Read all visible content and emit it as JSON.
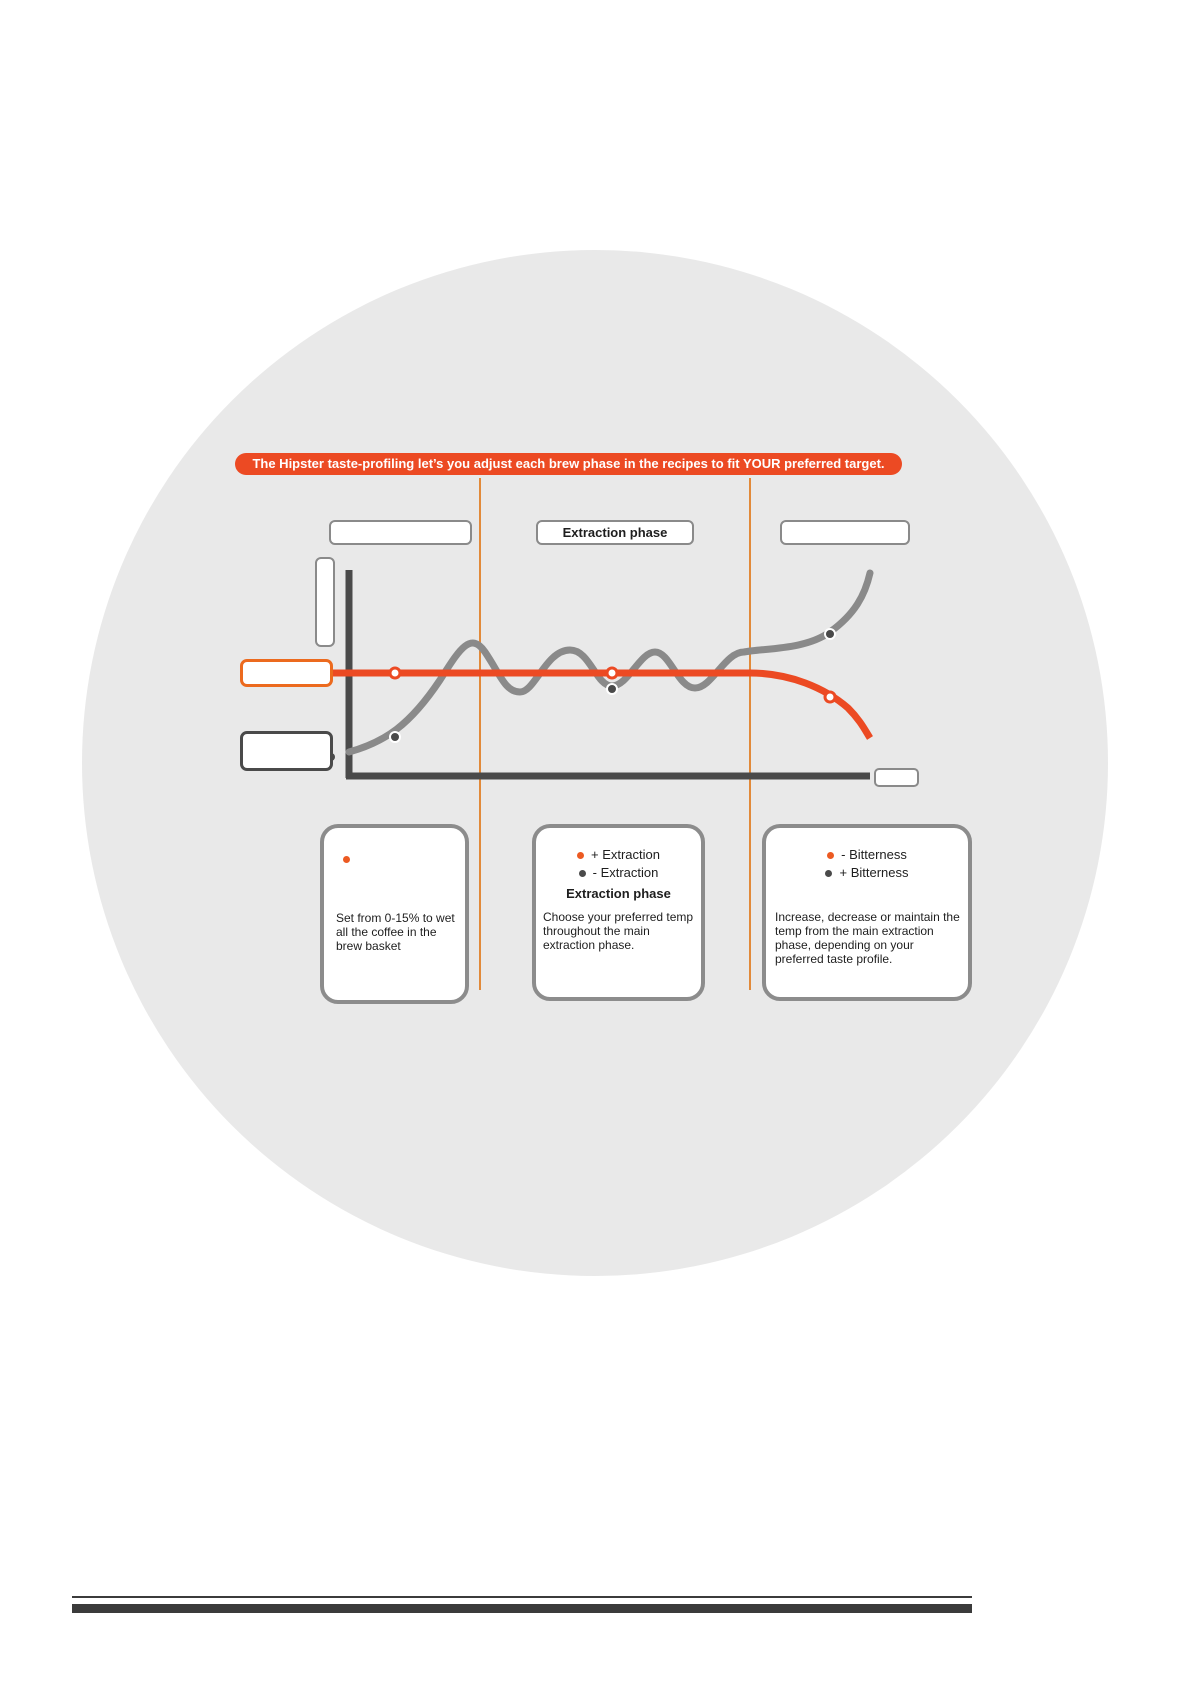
{
  "banner": {
    "text": "The Hipster taste-profiling let’s you adjust each brew phase in the recipes to fit YOUR preferred target."
  },
  "phases": {
    "middle_label": "Extraction phase"
  },
  "cards": {
    "left": {
      "body": "Set from 0-15% to wet all the coffee in the brew basket"
    },
    "middle": {
      "legend_orange": "+ Extraction",
      "legend_gray": "- Extraction",
      "title": "Extraction phase",
      "body": "Choose your preferred temp throughout the main extraction phase."
    },
    "right": {
      "legend_orange": "- Bitterness",
      "legend_gray": "+ Bitterness",
      "body": "Increase, decrease or maintain the temp from the main extraction phase, depending on your preferred taste profile."
    }
  },
  "colors": {
    "accent_orange": "#ec4a23",
    "curve_gray": "#8a8a8a",
    "axis_dark": "#4a4a4a",
    "background_circle": "#e9e9e9"
  }
}
